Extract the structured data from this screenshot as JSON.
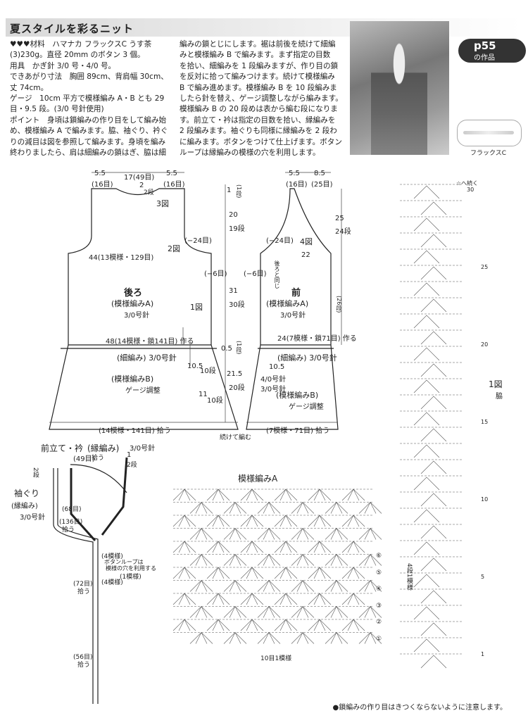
{
  "title": "夏スタイルを彩るニット",
  "materials": {
    "lines": [
      "♥♥♥材料　ハマナカ フラックスC うす茶",
      "(3)230g。直径 20mm のボタン 3 個。",
      "用具　かぎ針 3/0 号・4/0 号。",
      "できあがり寸法　胸囲 89cm、背肩幅 30cm、",
      "丈 74cm。",
      "ゲージ　10cm 平方で模様編み A・B とも 29",
      "目・9.5 段。(3/0 号針使用)",
      "ポイント　身頃は鎖編みの作り目をして編み始",
      "め、模様編み A で編みます。脇、袖ぐり、衿ぐ",
      "りの減目は図を参照して編みます。身頃を編み",
      "終わりましたら、肩は細編みの鎖はぎ、脇は細"
    ],
    "lines2": [
      "編みの鎖とじにします。裾は前後を続けて細編",
      "みと模様編み B で編みます。まず指定の目数",
      "を拾い、細編みを 1 段編みますが、作り目の鎖",
      "を反対に拾って編みつけます。続けて模様編み",
      "B で編み進めます。模様編み B を 10 段編みま",
      "したら針を替え、ゲージ調整しながら編みます。",
      "模様編み B の 20 段めは表から編む段になりま",
      "す。前立て・衿は指定の目数を拾い、縁編みを",
      "2 段編みます。袖ぐりも同様に縁編みを 2 段わ",
      "に編みます。ボタンをつけて仕上げます。ボタン",
      "ループは縁編みの模様の穴を利用します。"
    ]
  },
  "badge": {
    "page": "p55",
    "sub": "の作品"
  },
  "yarn_label": "フラックスC",
  "back": {
    "label_back": "後ろ",
    "pattern_a": "(模様編みA)",
    "needle_a": "3/0号針",
    "band": "(細編み) 3/0号針",
    "pattern_b": "(模様編みB)",
    "gauge": "ゲージ調整",
    "cast_on": "48(14模様・鎖141目) 作る",
    "bottom": "(14模様・141目) 拾う",
    "width": "44(13模様・129目)",
    "top_mid": "17(49目)",
    "top_side": "5.5",
    "top_side_sts": "(16目)",
    "neck": "2段",
    "neck_num": "2",
    "fig3": "3図",
    "fig2": "2図",
    "fig1": "1図",
    "dec24": "(−24目)",
    "dec6": "(−6目)"
  },
  "heights": {
    "h1": "1",
    "h1s": "(1段)",
    "h20": "20",
    "h19": "19段",
    "h31": "31",
    "h30": "30段",
    "h05": "0.5",
    "h05s": "(1段)",
    "h215": "21.5",
    "h20s": "20段",
    "h105": "10.5",
    "h10s": "10段",
    "h11": "11",
    "h10s2": "10段"
  },
  "front": {
    "label": "前",
    "pattern_a": "(模様編みA)",
    "needle_a": "3/0号針",
    "fig4": "4図",
    "top_side": "5.5",
    "top_side_sts": "(16目)",
    "top_right": "8.5",
    "top_right_sts": "(25目)",
    "dec24": "(−24目)",
    "dec6": "(−6目)",
    "w22": "22",
    "same_as_back": "後ろと同じ",
    "h25": "25",
    "h24": "24段",
    "h26": "(26段)",
    "cast_on": "24(7模様・鎖71目) 作る",
    "band": "(細編み) 3/0号針",
    "n4": "4/0号針",
    "n3": "3/0号針",
    "pattern_b": "(模様編みB)",
    "gauge": "ゲージ調整",
    "bottom": "(7模様・71目) 拾う",
    "cont": "続けて編む"
  },
  "collar": {
    "title": "前立て・衿",
    "sub": "(縁編み)",
    "needle": "3/0号針",
    "pick49": "(49目)",
    "pick_lbl": "拾う",
    "rows1": "1",
    "rows2": "2段",
    "sleeve": "袖ぐり",
    "sleeve_sub": "(縁編み)",
    "sleeve_needle": "3/0号針",
    "s68": "(68目)",
    "s136": "(136目)",
    "s136b": "拾う",
    "b4": "(4模様)",
    "b_note1": "ボタンループは",
    "b_note2": "模様の穴を利用する",
    "b1": "(1模様)",
    "b4b": "(4模様)",
    "s72": "(72目)",
    "s72b": "拾う",
    "s56": "(56目)",
    "s56b": "拾う"
  },
  "pattern_a": {
    "title": "模様編みA",
    "repeat": "10目1模様",
    "rows_label": "4段1模様",
    "row_nums": [
      "⑥",
      "⑤",
      "④",
      "③",
      "②",
      "①"
    ]
  },
  "side": {
    "title": "1図",
    "sub": "脇",
    "cont": "☆へ続く",
    "marks": [
      "30",
      "25",
      "20",
      "15",
      "10",
      "5",
      "1"
    ]
  },
  "footer_note": "●鎖編みの作り目はきつくならないように注意します。"
}
